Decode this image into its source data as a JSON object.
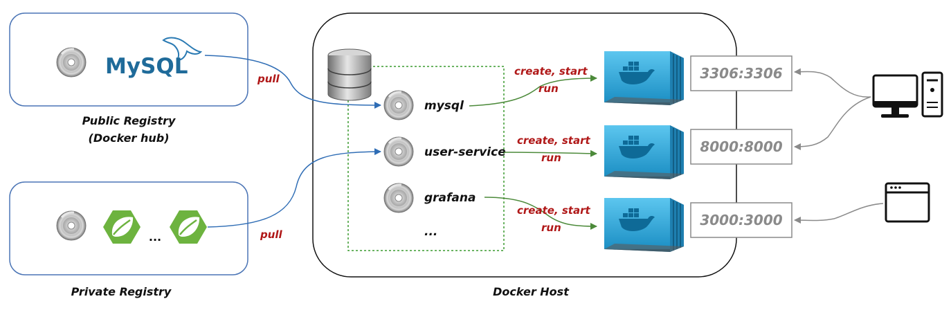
{
  "registries": {
    "public": {
      "title": "Public Registry",
      "subtitle": "(Docker hub)",
      "logo_text": "MySQL"
    },
    "private": {
      "title": "Private Registry",
      "ellipsis": "..."
    }
  },
  "host": {
    "title": "Docker Host",
    "images": [
      {
        "name": "mysql"
      },
      {
        "name": "user-service"
      },
      {
        "name": "grafana"
      },
      {
        "name": "..."
      }
    ]
  },
  "edges": {
    "pull_public": "pull",
    "pull_private": "pull",
    "run_1": {
      "line1": "create, start",
      "line2": "run"
    },
    "run_2": {
      "line1": "create, start",
      "line2": "run"
    },
    "run_3": {
      "line1": "create, start",
      "line2": "run"
    }
  },
  "ports": [
    "3306:3306",
    "8000:8000",
    "3000:3000"
  ],
  "colors": {
    "registry_border": "#4a74b5",
    "pull_arrow": "#2f6db5",
    "run_arrow": "#4c8a3a",
    "label_red": "#b01818",
    "dashed_box": "#3a9a2e",
    "container_blue": "#2fa7dc",
    "client_arrow": "#8a8a8a"
  },
  "icons": {
    "disc": "cd-disc-icon",
    "database": "database-icon",
    "spring": "spring-leaf-icon",
    "container": "docker-container-icon",
    "desktop": "desktop-computer-icon",
    "browser": "browser-window-icon"
  }
}
